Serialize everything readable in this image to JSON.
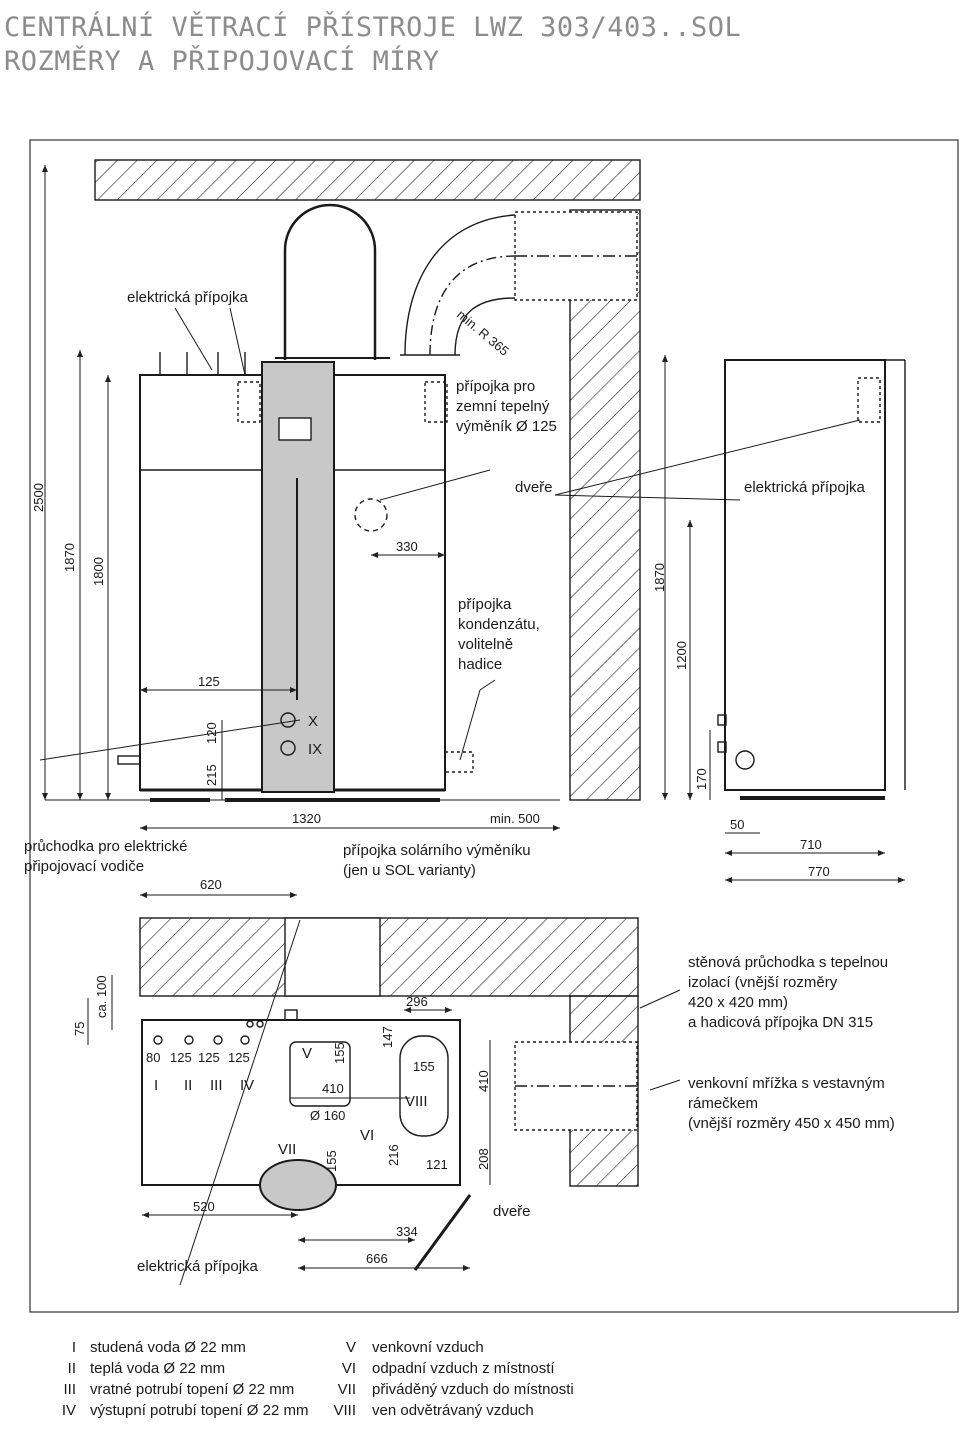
{
  "title": {
    "line1": "CENTRÁLNÍ VĚTRACÍ PŘÍSTROJE LWZ 303/403..SOL",
    "line2": "ROZMĚRY A PŘIPOJOVACÍ MÍRY"
  },
  "front_view": {
    "labels": {
      "el_top": "elektrická přípojka",
      "min_r": "min. R 365",
      "ground_hx_1": "přípojka pro",
      "ground_hx_2": "zemní tepelný",
      "ground_hx_3": "výměník Ø 125",
      "door": "dveře",
      "el_right": "elektrická přípojka",
      "cond_1": "přípojka",
      "cond_2": "kondenzátu,",
      "cond_3": "volitelně",
      "cond_4": "hadice",
      "x": "X",
      "ix": "IX",
      "cable_1": "průchodka pro elektrické",
      "cable_2": "připojovací vodiče",
      "solar_1": "přípojka solárního výměníku",
      "solar_2": "(jen u SOL varianty)"
    },
    "dims": {
      "d2500": "2500",
      "d1870a": "1870",
      "d1800": "1800",
      "d330": "330",
      "d125": "125",
      "d215": "215",
      "d120": "120",
      "d1870b": "1870",
      "d1200": "1200",
      "d170": "170",
      "d1320": "1320",
      "dmin500": "min. 500",
      "d620": "620",
      "d50": "50",
      "d710": "710",
      "d770": "770"
    }
  },
  "top_view": {
    "labels": {
      "wall_1": "stěnová průchodka s tepelnou",
      "wall_2": "izolací (vnější rozměry",
      "wall_3": "420 x 420 mm)",
      "wall_4": "a hadicová přípojka DN 315",
      "grille_1": "venkovní mřížka s vestavným",
      "grille_2": "rámečkem",
      "grille_3": "(vnější rozměry 450 x 450 mm)",
      "door": "dveře",
      "el": "elektrická přípojka",
      "r1": "I",
      "r2": "II",
      "r3": "III",
      "r4": "IV",
      "r5": "V",
      "r6": "VI",
      "r7": "VII",
      "r8": "VIII",
      "phi160": "Ø 160"
    },
    "dims": {
      "d75": "75",
      "dca100": "ca. 100",
      "d80": "80",
      "d125a": "125",
      "d125b": "125",
      "d125c": "125",
      "d155a": "155",
      "d410a": "410",
      "d147": "147",
      "d296": "296",
      "d155b": "155",
      "d410b": "410",
      "d155c": "155",
      "d216": "216",
      "d121": "121",
      "d208": "208",
      "d520": "520",
      "d334": "334",
      "d666": "666"
    }
  },
  "legend": {
    "left": [
      {
        "num": "I",
        "text": "studená voda  Ø 22 mm"
      },
      {
        "num": "II",
        "text": "teplá voda  Ø 22 mm"
      },
      {
        "num": "III",
        "text": "vratné potrubí topení  Ø 22 mm"
      },
      {
        "num": "IV",
        "text": "výstupní potrubí topení Ø 22 mm"
      }
    ],
    "right": [
      {
        "num": "V",
        "text": "venkovní vzduch"
      },
      {
        "num": "VI",
        "text": "odpadní vzduch z místností"
      },
      {
        "num": "VII",
        "text": "přiváděný vzduch do místnosti"
      },
      {
        "num": "VIII",
        "text": "ven odvětrávaný vzduch"
      }
    ]
  }
}
